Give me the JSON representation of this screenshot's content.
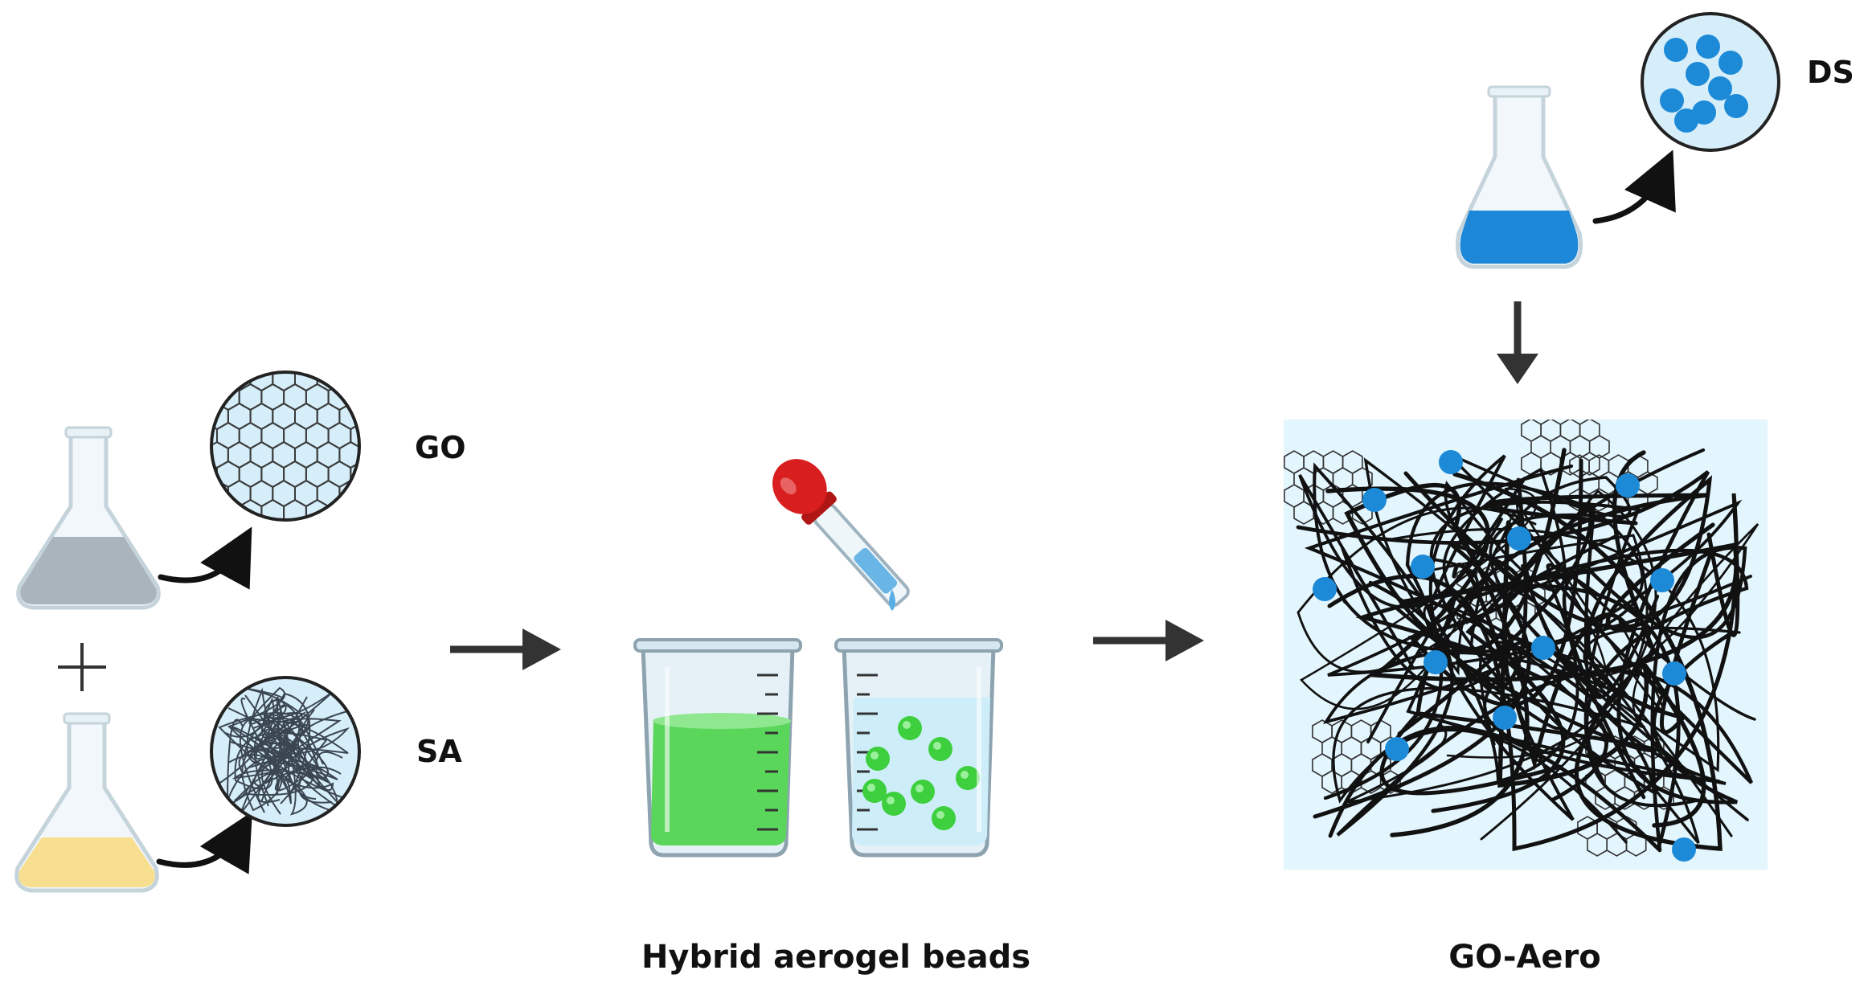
{
  "labels": {
    "go": "GO",
    "sa": "SA",
    "ds": "DS",
    "beads_caption": "Hybrid aerogel beads",
    "aero_caption": "GO-Aero",
    "plus": "+"
  },
  "colors": {
    "go_liquid": "#aab4bc",
    "sa_liquid": "#f7df8f",
    "ds_liquid": "#1e88d8",
    "zoom_fill": "#d6eefa",
    "beaker_green": "#5ad65a",
    "bead_green": "#3dcf3d",
    "beaker_water": "#cdeef8",
    "dropper_bulb": "#d81e1e",
    "dot_blue": "#1d8ad8",
    "aero_bg": "#e3f5fd",
    "arrow": "#333333"
  },
  "icons": [
    "flask-icon",
    "magnifier-circle-icon",
    "beaker-icon",
    "dropper-icon",
    "arrow-icon"
  ]
}
